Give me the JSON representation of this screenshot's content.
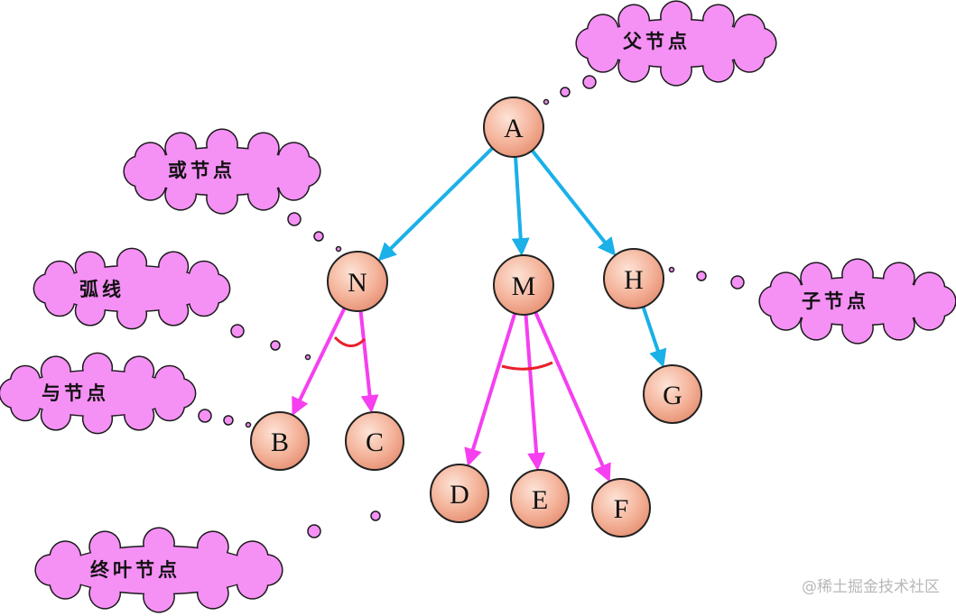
{
  "tree": {
    "nodes": [
      {
        "id": "A",
        "label": "A"
      },
      {
        "id": "N",
        "label": "N"
      },
      {
        "id": "M",
        "label": "M"
      },
      {
        "id": "H",
        "label": "H"
      },
      {
        "id": "B",
        "label": "B"
      },
      {
        "id": "C",
        "label": "C"
      },
      {
        "id": "D",
        "label": "D"
      },
      {
        "id": "E",
        "label": "E"
      },
      {
        "id": "F",
        "label": "F"
      },
      {
        "id": "G",
        "label": "G"
      }
    ],
    "edges": [
      {
        "from": "A",
        "to": "N",
        "kind": "or"
      },
      {
        "from": "A",
        "to": "M",
        "kind": "or"
      },
      {
        "from": "A",
        "to": "H",
        "kind": "or"
      },
      {
        "from": "H",
        "to": "G",
        "kind": "or"
      },
      {
        "from": "N",
        "to": "B",
        "kind": "and"
      },
      {
        "from": "N",
        "to": "C",
        "kind": "and"
      },
      {
        "from": "M",
        "to": "D",
        "kind": "and"
      },
      {
        "from": "M",
        "to": "E",
        "kind": "and"
      },
      {
        "from": "M",
        "to": "F",
        "kind": "and"
      }
    ]
  },
  "callouts": {
    "parent": "父节点",
    "or_node": "或节点",
    "arc": "弧线",
    "and_node": "与节点",
    "leaf": "终叶节点",
    "child": "子节点"
  },
  "watermark": "@稀土掘金技术社区",
  "colors": {
    "node_fill": "#f0a98c",
    "or_edge": "#1ab0e8",
    "and_edge": "#f53ff0",
    "arc": "#e8202a",
    "cloud_fill": "#f590f5"
  }
}
